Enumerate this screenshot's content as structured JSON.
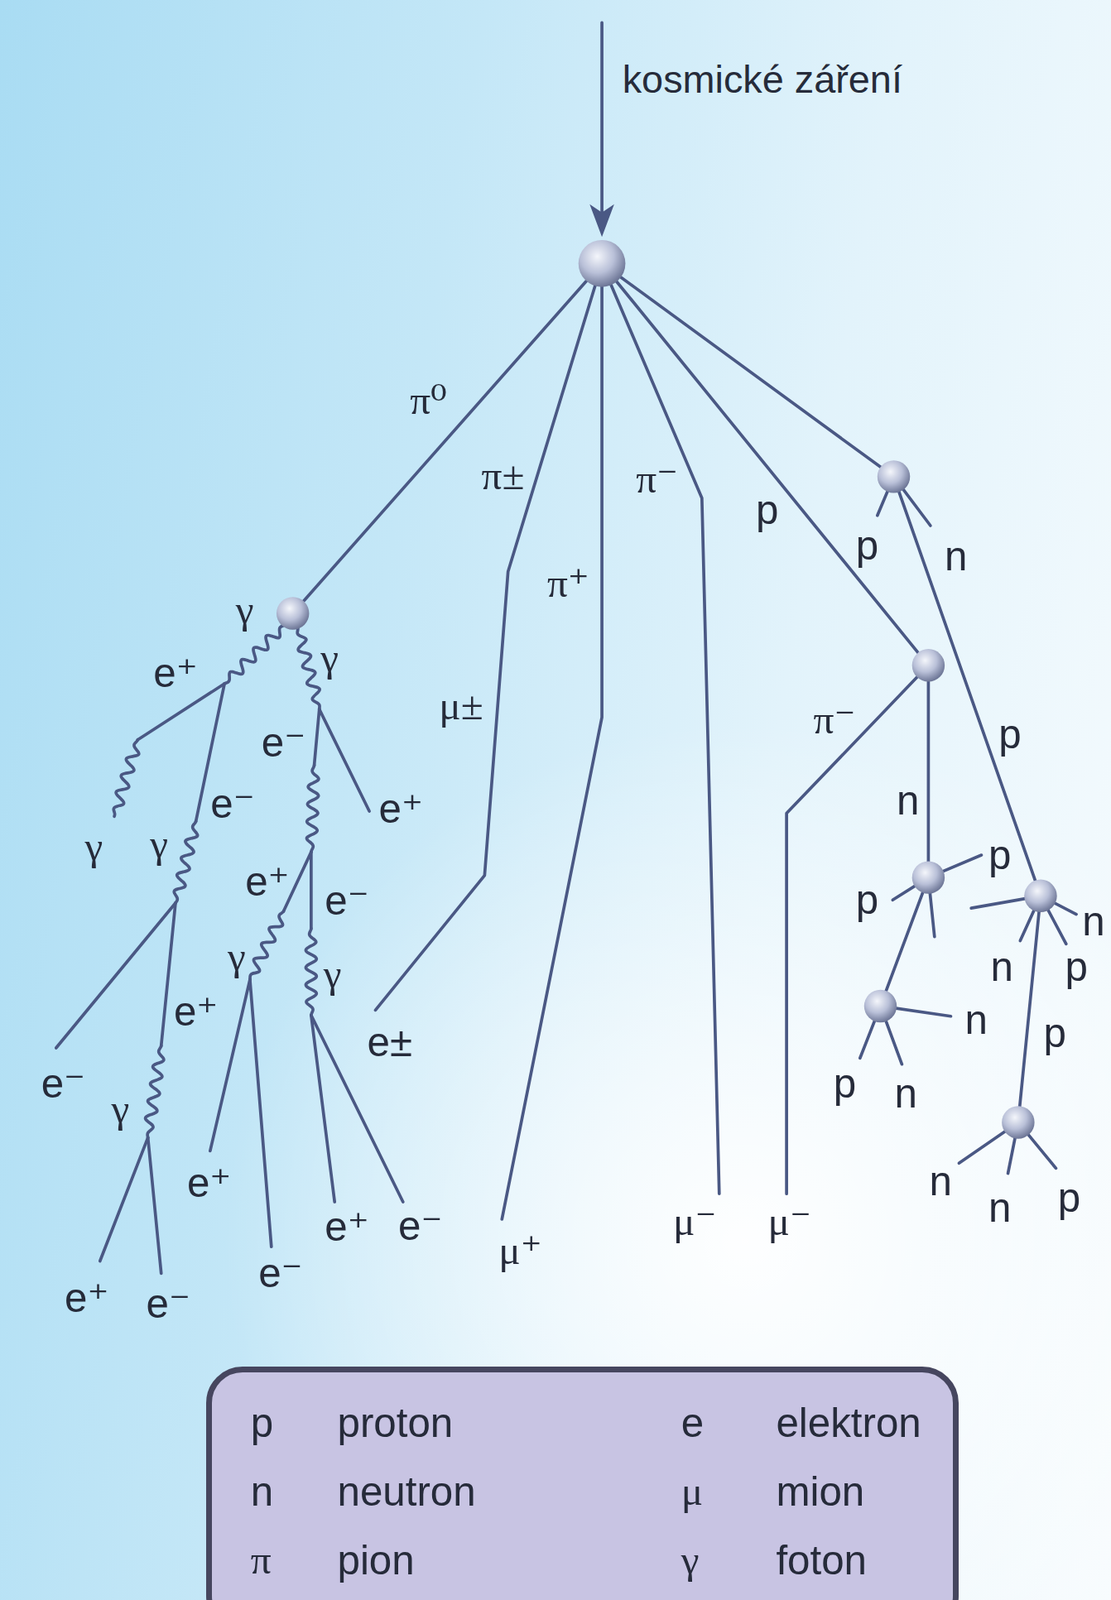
{
  "diagram": {
    "nodes": [
      {
        "text": [
          "p",
          "proton",
          "e",
          "elektron",
          "n",
          "neutron",
          "μ",
          "mion",
          "π",
          "pion",
          "γ",
          "foton"
        ]
      }
    ],
    "labels": [
      "kosmické záření",
      "π⁰",
      "π±",
      "π⁻",
      "p",
      "p",
      "n",
      "π⁺",
      "γ",
      "γ",
      "e⁺",
      "μ±",
      "π⁻",
      "p",
      "e⁻",
      "n",
      "e⁺",
      "e⁻",
      "γ",
      "γ",
      "p",
      "e⁺",
      "e⁻",
      "p",
      "γ",
      "γ",
      "n",
      "p",
      "n",
      "e⁺",
      "n",
      "e±",
      "p",
      "e⁻",
      "p",
      "n",
      "γ",
      "e⁺",
      "n",
      "p",
      "n",
      "μ⁻",
      "μ⁻",
      "e⁺",
      "e⁻",
      "μ⁺",
      "e⁻",
      "e⁺",
      "e⁻"
    ]
  }
}
